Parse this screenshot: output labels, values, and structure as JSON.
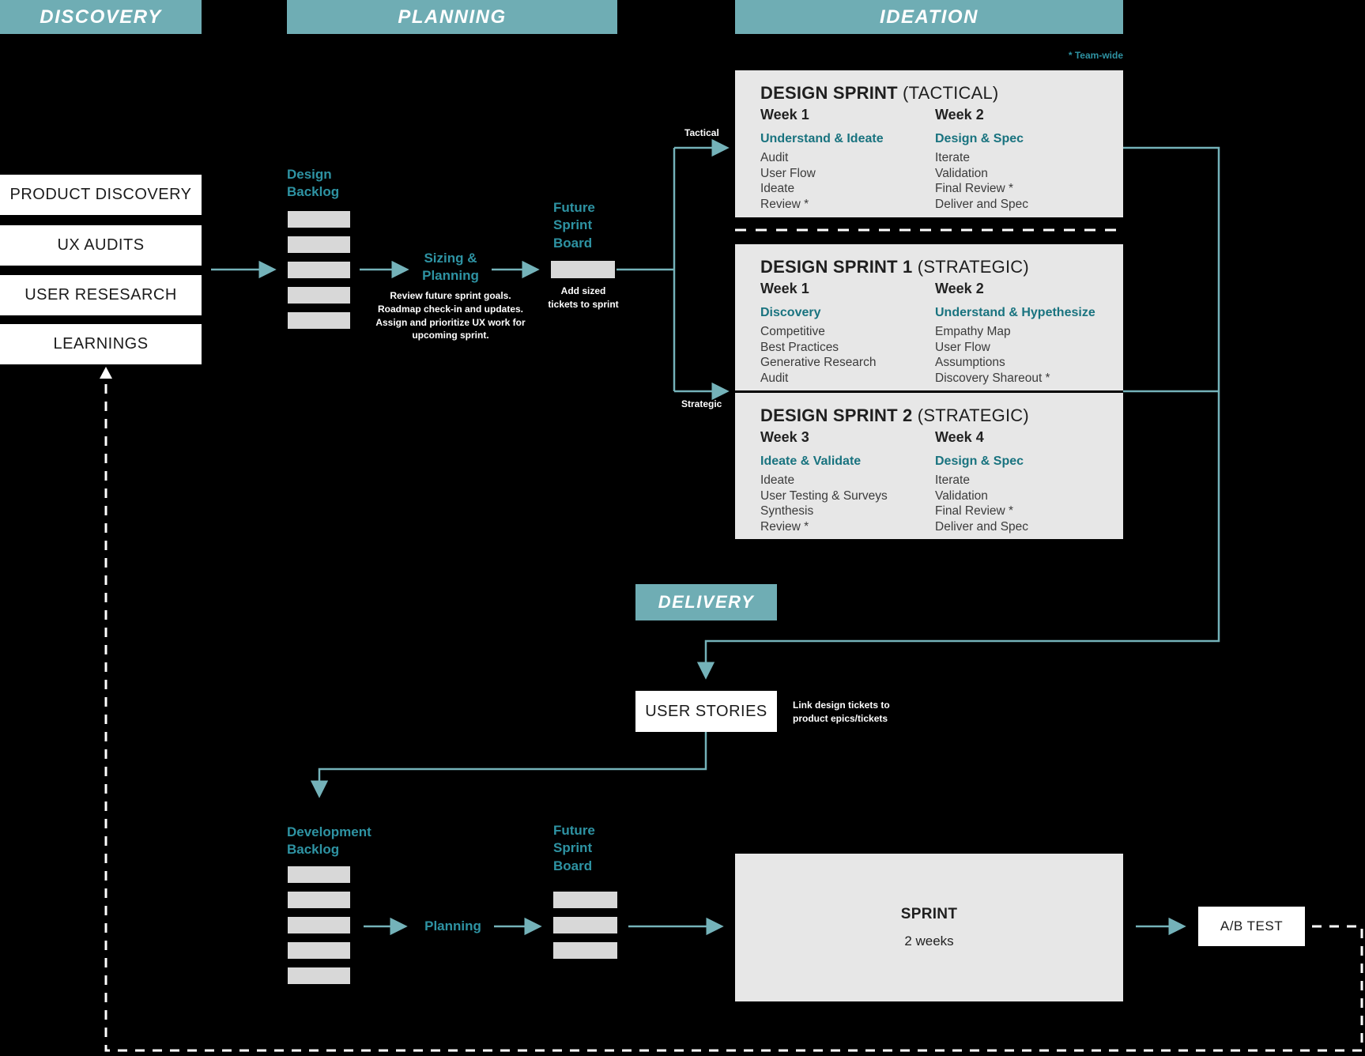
{
  "colors": {
    "background": "#000000",
    "banner_teal": "#6FADB4",
    "line_teal": "#74B2B9",
    "teal_text": "#2E93A3",
    "teal_heading": "#19737F",
    "panel_grey": "#E7E7E7",
    "bar_grey": "#D8D8D8",
    "white": "#FFFFFF",
    "dark_text": "#1F1F1F",
    "body_text": "#3B3B3B"
  },
  "banners": {
    "discovery": "DISCOVERY",
    "planning": "PLANNING",
    "ideation": "IDEATION",
    "delivery": "DELIVERY"
  },
  "discovery": {
    "boxes": [
      "PRODUCT DISCOVERY",
      "UX AUDITS",
      "USER RESESARCH",
      "LEARNINGS"
    ]
  },
  "planning": {
    "design_backlog_label": "Design\nBacklog",
    "sizing_title": "Sizing &\nPlanning",
    "sizing_caption": "Review future sprint goals.\nRoadmap check-in and updates.\nAssign and prioritize UX work for\nupcoming sprint.",
    "future_sprint_board_label": "Future\nSprint\nBoard",
    "fsb_caption": "Add sized\ntickets to sprint"
  },
  "flow_labels": {
    "tactical": "Tactical",
    "strategic": "Strategic",
    "team_wide_note": "* Team-wide"
  },
  "ideation": {
    "sprints": [
      {
        "title_bold": "DESIGN SPRINT",
        "title_light": " (TACTICAL)",
        "col1": {
          "week": "Week 1",
          "phase": "Understand & Ideate",
          "items": [
            "Audit",
            "User Flow",
            "Ideate",
            "Review *"
          ]
        },
        "col2": {
          "week": "Week 2",
          "phase": "Design & Spec",
          "items": [
            "Iterate",
            "Validation",
            "Final Review *",
            "Deliver and Spec"
          ]
        }
      },
      {
        "title_bold": "DESIGN SPRINT 1",
        "title_light": " (STRATEGIC)",
        "col1": {
          "week": "Week 1",
          "phase": "Discovery",
          "items": [
            "Competitive",
            "Best Practices",
            "Generative Research",
            "Audit"
          ]
        },
        "col2": {
          "week": "Week 2",
          "phase": "Understand & Hypethesize",
          "items": [
            "Empathy Map",
            "User Flow",
            "Assumptions",
            "Discovery Shareout *"
          ]
        }
      },
      {
        "title_bold": "DESIGN SPRINT 2",
        "title_light": " (STRATEGIC)",
        "col1": {
          "week": "Week 3",
          "phase": "Ideate & Validate",
          "items": [
            "Ideate",
            "User Testing & Surveys",
            "Synthesis",
            "Review *"
          ]
        },
        "col2": {
          "week": "Week 4",
          "phase": "Design & Spec",
          "items": [
            "Iterate",
            "Validation",
            "Final Review *",
            "Deliver and Spec"
          ]
        }
      }
    ]
  },
  "delivery": {
    "user_stories": "USER STORIES",
    "user_stories_note": "Link design tickets to\nproduct epics/tickets",
    "development_backlog_label": "Development\nBacklog",
    "planning_label": "Planning",
    "future_sprint_board_label": "Future\nSprint\nBoard",
    "sprint_title": "SPRINT",
    "sprint_duration": "2 weeks",
    "ab_test": "A/B TEST"
  }
}
